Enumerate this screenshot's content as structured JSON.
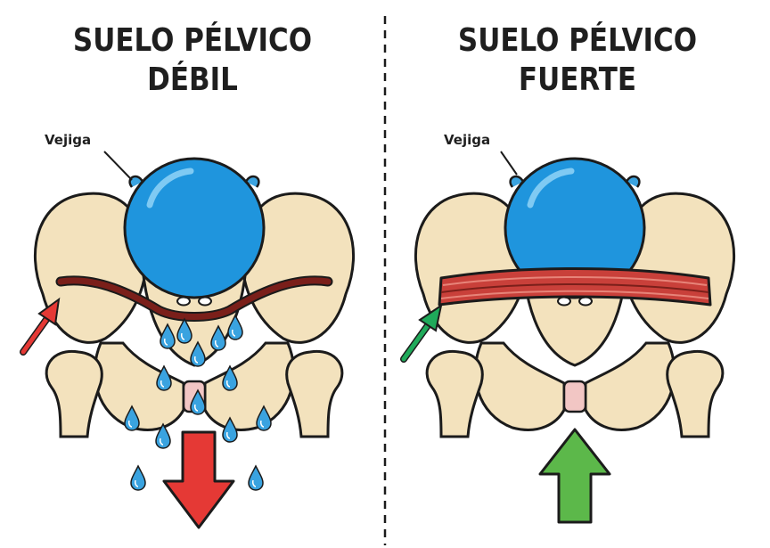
{
  "panels": [
    {
      "title_line1": "SUELO PÉLVICO",
      "title_line2": "DÉBIL",
      "bladder_label": "Vejiga",
      "state": "weak",
      "arrow_color": "#e53935",
      "muscle_color": "#7a1f1a",
      "big_arrow_direction": "down"
    },
    {
      "title_line1": "SUELO PÉLVICO",
      "title_line2": "FUERTE",
      "bladder_label": "Vejiga",
      "state": "strong",
      "arrow_color": "#1faa5a",
      "muscle_color": "#c9403a",
      "big_arrow_direction": "up"
    }
  ],
  "colors": {
    "bone": "#f3e2bd",
    "bone_outline": "#1b1b1b",
    "bladder": "#1f95dd",
    "drop": "#3aa3e0",
    "divider": "#1b1b1b"
  }
}
